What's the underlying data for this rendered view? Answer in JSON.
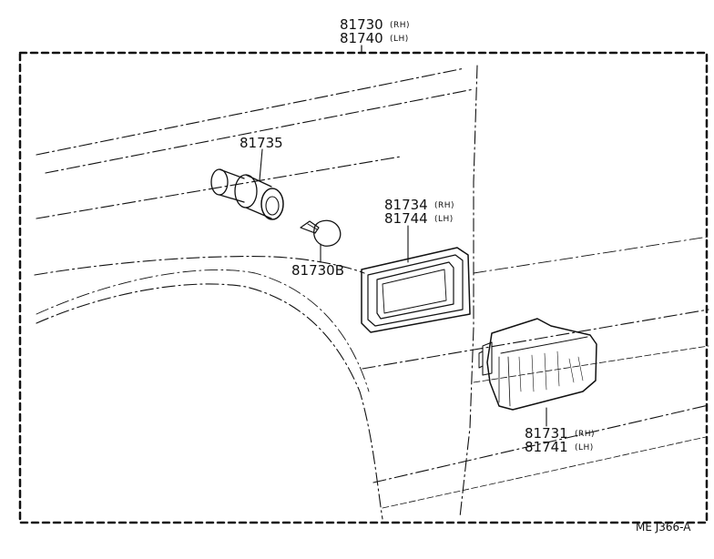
{
  "colors": {
    "ink": "#111111",
    "background": "#ffffff"
  },
  "callouts": {
    "assembly": {
      "rh": {
        "part": "81730",
        "side": "(RH)"
      },
      "lh": {
        "part": "81740",
        "side": "(LH)"
      }
    },
    "socket": {
      "part": "81735"
    },
    "bulb": {
      "part": "81730B"
    },
    "gasket": {
      "rh": {
        "part": "81734",
        "side": "(RH)"
      },
      "lh": {
        "part": "81744",
        "side": "(LH)"
      }
    },
    "lens": {
      "rh": {
        "part": "81731",
        "side": "(RH)"
      },
      "lh": {
        "part": "81741",
        "side": "(LH)"
      }
    }
  },
  "diagram_code": "ME J366-A"
}
